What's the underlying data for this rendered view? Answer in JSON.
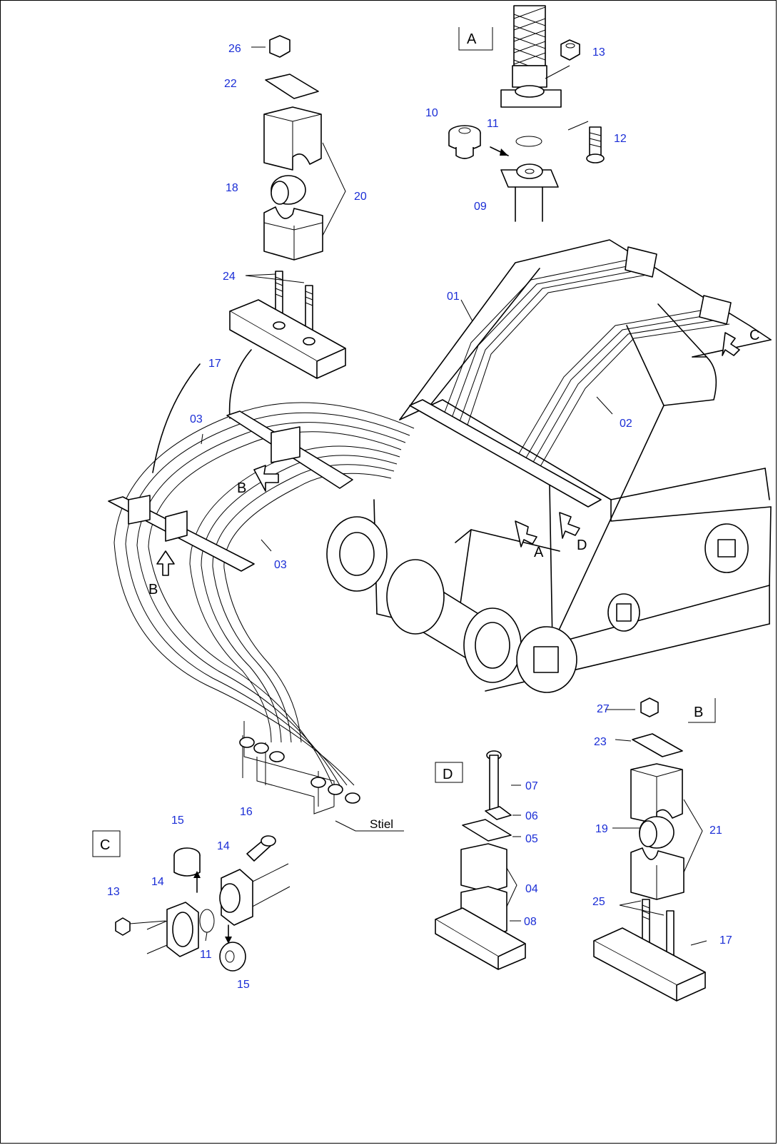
{
  "view_labels": {
    "a": "A",
    "b": "B",
    "c": "C",
    "d": "D"
  },
  "arrow_labels": {
    "b_upper": "B",
    "b_lower": "B",
    "a": "A",
    "d": "D",
    "c": "C"
  },
  "component_label": "Stiel",
  "callouts": {
    "p26": "26",
    "p22": "22",
    "p18": "18",
    "p20": "20",
    "p24": "24",
    "p17_top": "17",
    "p03_top": "03",
    "p03_mid": "03",
    "p01": "01",
    "p02": "02",
    "p10": "10",
    "p11_a": "11",
    "p13_a": "13",
    "p12": "12",
    "p09": "09",
    "p27": "27",
    "p23": "23",
    "p19": "19",
    "p21": "21",
    "p25": "25",
    "p17_b": "17",
    "p07": "07",
    "p06": "06",
    "p05": "05",
    "p04": "04",
    "p08": "08",
    "p15_top": "15",
    "p16": "16",
    "p14_right": "14",
    "p14_left": "14",
    "p13_c": "13",
    "p11_c": "11",
    "p15_bottom": "15"
  }
}
